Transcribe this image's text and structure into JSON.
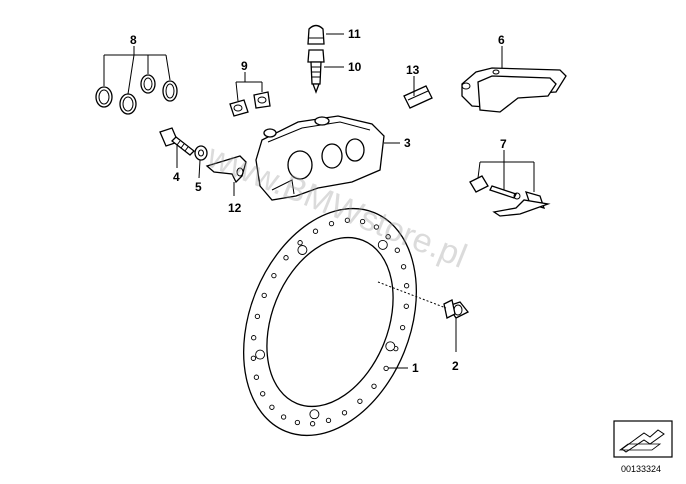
{
  "watermark": "www.BMWstore.pl",
  "diagram_ref": "00133324",
  "callouts": [
    {
      "id": "c1",
      "text": "1"
    },
    {
      "id": "c2",
      "text": "2"
    },
    {
      "id": "c3",
      "text": "3"
    },
    {
      "id": "c4",
      "text": "4"
    },
    {
      "id": "c5",
      "text": "5"
    },
    {
      "id": "c6",
      "text": "6"
    },
    {
      "id": "c7",
      "text": "7"
    },
    {
      "id": "c8",
      "text": "8"
    },
    {
      "id": "c9",
      "text": "9"
    },
    {
      "id": "c10",
      "text": "10"
    },
    {
      "id": "c11",
      "text": "11"
    },
    {
      "id": "c12",
      "text": "12"
    },
    {
      "id": "c13",
      "text": "13"
    }
  ]
}
